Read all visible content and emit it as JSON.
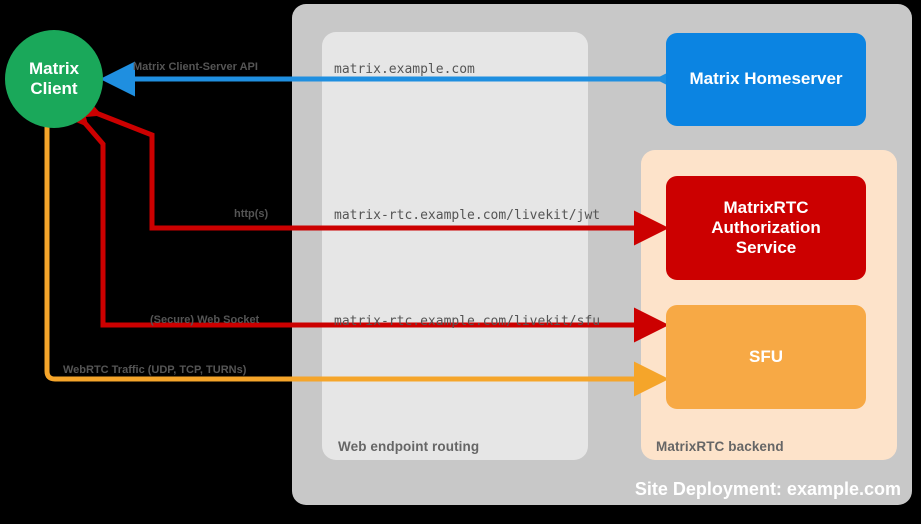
{
  "diagram": {
    "title": "Site Deployment: example.com",
    "colors": {
      "background": "#000000",
      "site_panel": "#c8c8c8",
      "routing_panel": "#e6e6e6",
      "backend_panel": "#fde3ca",
      "client": "#1aa85a",
      "homeserver": "#0b84e2",
      "auth_service": "#cc0000",
      "sfu": "#f7a945",
      "arrow_blue": "#1f8fe0",
      "arrow_red": "#cc0000",
      "arrow_orange": "#f5a52a"
    }
  },
  "panels": {
    "site": {
      "label": "Site Deployment: example.com"
    },
    "routing": {
      "label": "Web endpoint routing"
    },
    "backend": {
      "label": "MatrixRTC backend"
    }
  },
  "nodes": {
    "client": {
      "label": "Matrix\nClient",
      "line1": "Matrix",
      "line2": "Client"
    },
    "homeserver": {
      "label": "Matrix Homeserver"
    },
    "auth": {
      "line1": "MatrixRTC",
      "line2": "Authorization",
      "line3": "Service"
    },
    "sfu": {
      "label": "SFU"
    }
  },
  "edges": [
    {
      "id": "csapi",
      "protocol_label": "Matrix Client-Server API",
      "endpoint": "matrix.example.com",
      "color": "#1f8fe0",
      "from": "Matrix Homeserver",
      "to": "Matrix Client",
      "direction": "bidirectional"
    },
    {
      "id": "jwt",
      "protocol_label": "http(s)",
      "endpoint": "matrix-rtc.example.com/livekit/jwt",
      "color": "#cc0000",
      "from": "Matrix Client",
      "to": "MatrixRTC Authorization Service",
      "direction": "bidirectional"
    },
    {
      "id": "ws",
      "protocol_label": "(Secure) Web Socket",
      "endpoint": "matrix-rtc.example.com/livekit/sfu",
      "color": "#cc0000",
      "from": "Matrix Client",
      "to": "SFU",
      "direction": "bidirectional"
    },
    {
      "id": "webrtc",
      "protocol_label": "WebRTC Traffic (UDP, TCP, TURNs)",
      "endpoint": "",
      "color": "#f5a52a",
      "from": "Matrix Client",
      "to": "SFU",
      "direction": "bidirectional"
    }
  ]
}
